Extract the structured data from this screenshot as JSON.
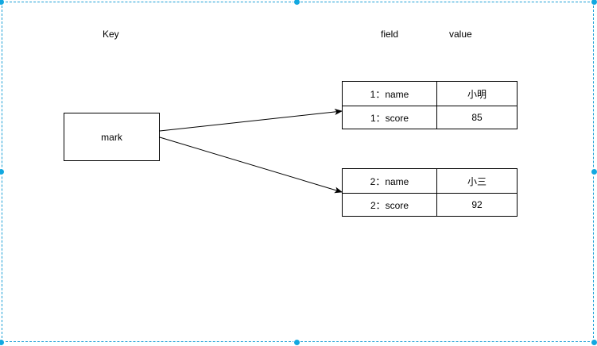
{
  "headers": {
    "key": "Key",
    "field": "field",
    "value": "value"
  },
  "key_box": {
    "label": "mark"
  },
  "hashes": [
    {
      "rows": [
        {
          "field": "1：name",
          "value": "小明"
        },
        {
          "field": "1：score",
          "value": "85"
        }
      ]
    },
    {
      "rows": [
        {
          "field": "2：name",
          "value": "小三"
        },
        {
          "field": "2：score",
          "value": "92"
        }
      ]
    }
  ],
  "colors": {
    "selection": "#1a9fd6",
    "handle": "#12a8e0",
    "stroke": "#000000"
  }
}
